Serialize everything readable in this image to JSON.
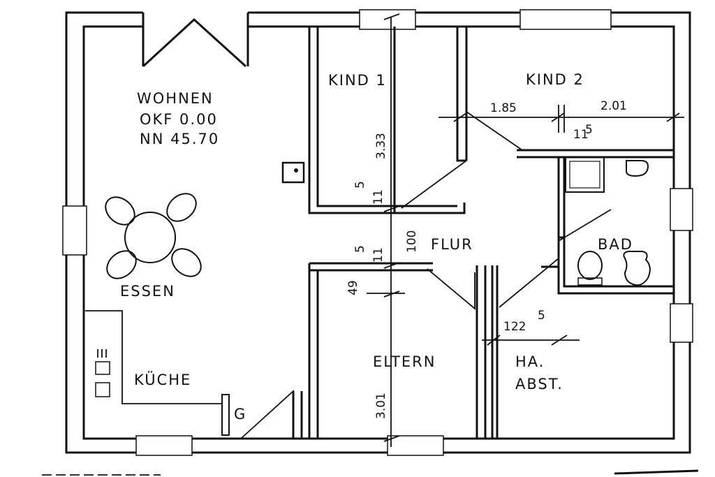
{
  "rooms": {
    "wohnen": "WOHNEN",
    "okf": "OKF 0.00",
    "nn": "NN 45.70",
    "essen": "ESSEN",
    "kueche": "KÜCHE",
    "g": "G",
    "kind1": "KIND 1",
    "kind2": "KIND 2",
    "flur": "FLUR",
    "bad": "BAD",
    "eltern": "ELTERN",
    "ha": "HA.",
    "abst": "ABST."
  },
  "dimensions": {
    "kind1_height": "3.33",
    "kind2_left": "1.85",
    "kind2_right": "2.01",
    "kind2_small": "11",
    "kind2_small_sup": "5",
    "wall_a": "5",
    "wall_a2": "11",
    "flur_width": "100",
    "wall_b": "5",
    "wall_b2": "11",
    "eltern_offset": "49",
    "eltern_height": "3.01",
    "ha_width": "122",
    "ha_width_sup": "5"
  }
}
